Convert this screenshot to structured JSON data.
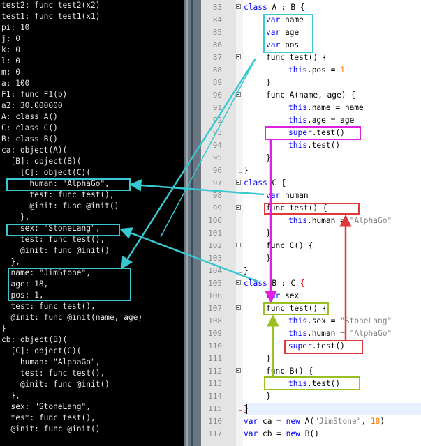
{
  "console": {
    "lines": [
      "test2: func test2(x2)",
      "test1: func test1(x1)",
      "pi: 10",
      "j: 0",
      "k: 0",
      "l: 0",
      "m: 0",
      "a: 100",
      "F1: func F1(b)",
      "a2: 30.000000",
      "A: class A()",
      "C: class C()",
      "B: class B()",
      "ca: object(A)(",
      "  [B]: object(B)(",
      "    [C]: object(C)(",
      "      human: \"AlphaGo\",",
      "      test: func test(),",
      "      @init: func @init()",
      "    },",
      "    sex: \"StoneLang\",",
      "    test: func test(),",
      "    @init: func @init()",
      "  },",
      "  name: \"JimStone\",",
      "  age: 18,",
      "  pos: 1,",
      "  test: func test(),",
      "  @init: func @init(name, age)",
      "}",
      "cb: object(B)(",
      "  [C]: object(C)(",
      "    human: \"AlphaGo\",",
      "    test: func test(),",
      "    @init: func @init()",
      "  },",
      "  sex: \"StoneLang\",",
      "  test: func test(),",
      "  @init: func @init()"
    ]
  },
  "editor": {
    "line_numbers": [
      "83",
      "84",
      "85",
      "86",
      "87",
      "88",
      "89",
      "90",
      "91",
      "92",
      "93",
      "94",
      "95",
      "96",
      "97",
      "98",
      "99",
      "100",
      "101",
      "102",
      "103",
      "104",
      "105",
      "106",
      "107",
      "108",
      "109",
      "110",
      "111",
      "112",
      "113",
      "114",
      "115",
      "116",
      "117"
    ],
    "code": {
      "l83_kw": "class",
      "l83_rest": " A : B {",
      "l84_kw": "var",
      "l84_rest": " name",
      "l85_kw": "var",
      "l85_rest": " age",
      "l86_kw": "var",
      "l86_rest": " pos",
      "l87_text": "func test() {",
      "l88_kw": "this",
      "l88_rest": ".pos = ",
      "l88_num": "1",
      "l89_text": "}",
      "l90_text": "func A(name, age) {",
      "l91_kw": "this",
      "l91_rest": ".name = name",
      "l92_kw": "this",
      "l92_rest": ".age = age",
      "l93_kw": "super",
      "l93_rest": ".test()",
      "l94_kw": "this",
      "l94_rest": ".test()",
      "l95_text": "}",
      "l96_text": "}",
      "l97_kw": "class",
      "l97_rest": " C {",
      "l98_kw": "var",
      "l98_rest": " human",
      "l99_text": "func test() {",
      "l100_kw": "this",
      "l100_rest": ".human = ",
      "l100_str": "\"AlphaGo\"",
      "l101_text": "}",
      "l102_text": "func C() {",
      "l103_text": "}",
      "l104_text": "}",
      "l105_kw": "class",
      "l105_rest": " B : C ",
      "l105_brace": "{",
      "l106_kw": "var",
      "l106_rest": " sex",
      "l107_text": "func test() {",
      "l108_kw": "this",
      "l108_rest": ".sex = ",
      "l108_str": "\"StoneLang\"",
      "l109_kw": "this",
      "l109_rest": ".human = ",
      "l109_str": "\"AlphaGo\"",
      "l110_kw": "super",
      "l110_rest": ".test()",
      "l111_text": "}",
      "l112_text": "func B() {",
      "l113_kw": "this",
      "l113_rest": ".test()",
      "l114_text": "}",
      "l115_text": "}",
      "l116_kw": "var",
      "l116_mid": " ca = ",
      "l116_kw2": "new",
      "l116_rest": " A(",
      "l116_str": "\"JimStone\"",
      "l116_comma": ", ",
      "l116_num": "18",
      "l116_end": ")",
      "l117_kw": "var",
      "l117_mid": " cb = ",
      "l117_kw2": "new",
      "l117_rest": " B()"
    }
  },
  "colors": {
    "cyan": "#38c8d0",
    "magenta": "#e020e0",
    "red": "#e03838",
    "green": "#98c020",
    "keyword": "#0000ff",
    "number": "#ff7700",
    "string": "#808080"
  }
}
